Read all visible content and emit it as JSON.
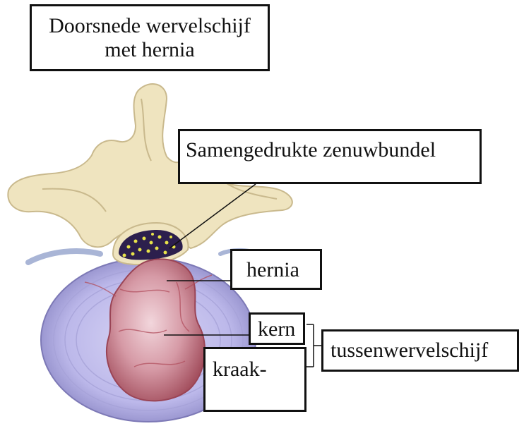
{
  "title": {
    "line1": "Doorsnede wervelschijf",
    "line2": "met hernia"
  },
  "labels": {
    "nerve": "Samengedrukte zenuwbundel",
    "hernia": "hernia",
    "kern": "kern",
    "disc": "tussenwervelschijf",
    "kraak": "kraak-"
  },
  "colors": {
    "bone": "#efe4bf",
    "bone_shadow": "#c9b98d",
    "disc": "#bcb8ea",
    "disc_ring": "#8d89c6",
    "hernia": "#c4707e",
    "spinal_canal": "#2c1f4d",
    "nerve_dots": "#e8e34a"
  }
}
